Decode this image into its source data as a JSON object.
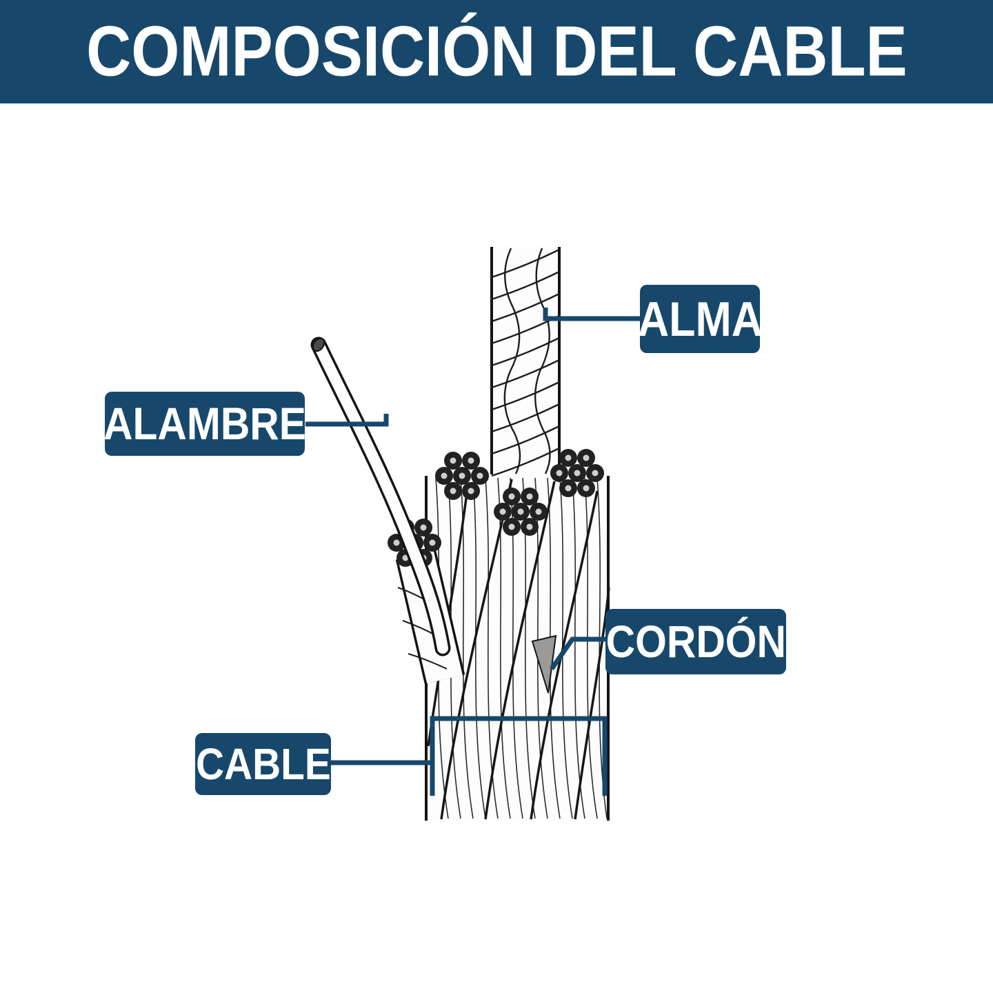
{
  "banner": {
    "title": "COMPOSICIÓN DEL CABLE"
  },
  "labels": {
    "alma": {
      "text": "ALMA"
    },
    "alambre": {
      "text": "ALAMBRE"
    },
    "cordon": {
      "text": "CORDÓN"
    },
    "cable": {
      "text": "CABLE"
    }
  },
  "colors": {
    "navy": "#17486b",
    "ink": "#141414",
    "paper": "#ffffff"
  }
}
